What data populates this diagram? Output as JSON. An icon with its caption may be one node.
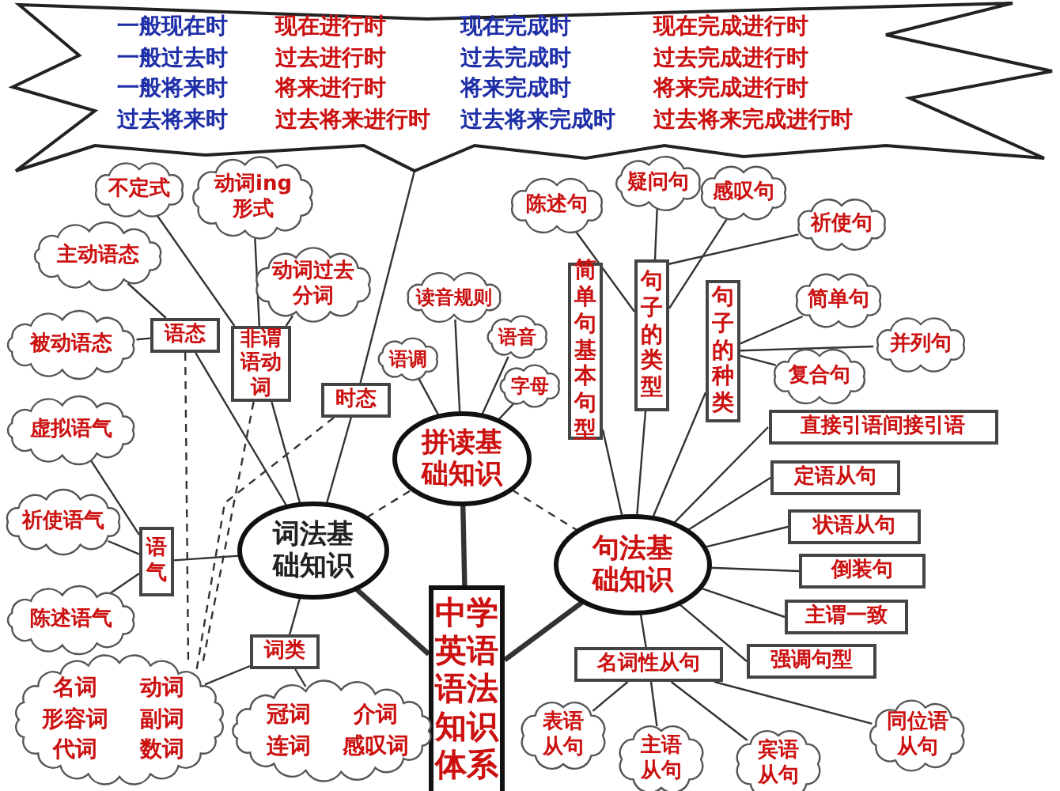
{
  "diagram": {
    "nodes": [
      {
        "text": [
          "一般现在时",
          "现在进行时",
          "现在完成时",
          "现在完成进行时",
          "一般过去时",
          "过去进行时",
          "过去完成时",
          "过去完成进行时",
          "一般将来时",
          "将来进行时",
          "将来完成时",
          "将来完成进行时",
          "过去将来时",
          "过去将来进行时",
          "过去将来完成时",
          "过去将来完成进行时"
        ]
      },
      {
        "text": [
          "中学英语语法知识体系"
        ]
      },
      {
        "text": [
          "词法基础知识"
        ]
      },
      {
        "text": [
          "拼读基础知识"
        ]
      },
      {
        "text": [
          "句法基础知识"
        ]
      },
      {
        "text": [
          "语态"
        ]
      },
      {
        "text": [
          "主动语态"
        ]
      },
      {
        "text": [
          "被动语态"
        ]
      },
      {
        "text": [
          "非谓语动词"
        ]
      },
      {
        "text": [
          "不定式"
        ]
      },
      {
        "text": [
          "动词ing形式"
        ]
      },
      {
        "text": [
          "动词过去分词"
        ]
      },
      {
        "text": [
          "时态"
        ]
      },
      {
        "text": [
          "语气"
        ]
      },
      {
        "text": [
          "虚拟语气"
        ]
      },
      {
        "text": [
          "祈使语气"
        ]
      },
      {
        "text": [
          "陈述语气"
        ]
      },
      {
        "text": [
          "词类"
        ]
      },
      {
        "text": [
          "名词",
          "动词",
          "形容词",
          "副词",
          "代词",
          "数词"
        ]
      },
      {
        "text": [
          "冠词",
          "介词",
          "连词",
          "感叹词"
        ]
      },
      {
        "text": [
          "语调"
        ]
      },
      {
        "text": [
          "读音规则"
        ]
      },
      {
        "text": [
          "语音"
        ]
      },
      {
        "text": [
          "字母"
        ]
      },
      {
        "text": [
          "简单句基本句型"
        ]
      },
      {
        "text": [
          "句子的类型"
        ]
      },
      {
        "text": [
          "陈述句"
        ]
      },
      {
        "text": [
          "疑问句"
        ]
      },
      {
        "text": [
          "感叹句"
        ]
      },
      {
        "text": [
          "祈使句"
        ]
      },
      {
        "text": [
          "句子的种类"
        ]
      },
      {
        "text": [
          "简单句"
        ]
      },
      {
        "text": [
          "并列句"
        ]
      },
      {
        "text": [
          "复合句"
        ]
      },
      {
        "text": [
          "直接引语间接引语"
        ]
      },
      {
        "text": [
          "定语从句"
        ]
      },
      {
        "text": [
          "状语从句"
        ]
      },
      {
        "text": [
          "倒装句"
        ]
      },
      {
        "text": [
          "主谓一致"
        ]
      },
      {
        "text": [
          "强调句型"
        ]
      },
      {
        "text": [
          "名词性从句"
        ]
      },
      {
        "text": [
          "表语从句"
        ]
      },
      {
        "text": [
          "主语从句"
        ]
      },
      {
        "text": [
          "宾语从句"
        ]
      },
      {
        "text": [
          "同位语从句"
        ]
      }
    ],
    "edges": [
      {
        "from": 1,
        "to": 2,
        "arrow": "none",
        "style": "thick"
      },
      {
        "from": 1,
        "to": 3,
        "arrow": "none",
        "style": "thick"
      },
      {
        "from": 1,
        "to": 4,
        "arrow": "none",
        "style": "thick"
      },
      {
        "from": 2,
        "to": 3,
        "arrow": "none",
        "style": "dashed"
      },
      {
        "from": 3,
        "to": 4,
        "arrow": "none",
        "style": "dashed"
      },
      {
        "from": 2,
        "to": 5,
        "arrow": "none"
      },
      {
        "from": 5,
        "to": 6,
        "arrow": "none"
      },
      {
        "from": 5,
        "to": 7,
        "arrow": "none"
      },
      {
        "from": 2,
        "to": 8,
        "arrow": "none"
      },
      {
        "from": 8,
        "to": 9,
        "arrow": "none"
      },
      {
        "from": 8,
        "to": 10,
        "arrow": "none"
      },
      {
        "from": 8,
        "to": 11,
        "arrow": "none"
      },
      {
        "from": 2,
        "to": 12,
        "arrow": "none"
      },
      {
        "from": 12,
        "to": 0,
        "arrow": "none"
      },
      {
        "from": 2,
        "to": 13,
        "arrow": "none"
      },
      {
        "from": 13,
        "to": 14,
        "arrow": "none"
      },
      {
        "from": 13,
        "to": 15,
        "arrow": "none"
      },
      {
        "from": 13,
        "to": 16,
        "arrow": "none"
      },
      {
        "from": 2,
        "to": 17,
        "arrow": "none"
      },
      {
        "from": 17,
        "to": 18,
        "arrow": "none"
      },
      {
        "from": 17,
        "to": 19,
        "arrow": "none"
      },
      {
        "from": 5,
        "to": 18,
        "arrow": "none",
        "style": "dashed"
      },
      {
        "from": 8,
        "to": 18,
        "arrow": "none",
        "style": "dashed"
      },
      {
        "from": 12,
        "to": 18,
        "arrow": "none",
        "style": "dashed"
      },
      {
        "from": 3,
        "to": 20,
        "arrow": "none"
      },
      {
        "from": 3,
        "to": 21,
        "arrow": "none"
      },
      {
        "from": 3,
        "to": 22,
        "arrow": "none"
      },
      {
        "from": 3,
        "to": 23,
        "arrow": "none"
      },
      {
        "from": 4,
        "to": 24,
        "arrow": "none"
      },
      {
        "from": 4,
        "to": 25,
        "arrow": "none"
      },
      {
        "from": 25,
        "to": 26,
        "arrow": "none"
      },
      {
        "from": 25,
        "to": 27,
        "arrow": "none"
      },
      {
        "from": 25,
        "to": 28,
        "arrow": "none"
      },
      {
        "from": 25,
        "to": 29,
        "arrow": "none"
      },
      {
        "from": 4,
        "to": 30,
        "arrow": "none"
      },
      {
        "from": 30,
        "to": 31,
        "arrow": "none"
      },
      {
        "from": 30,
        "to": 32,
        "arrow": "none"
      },
      {
        "from": 30,
        "to": 33,
        "arrow": "none"
      },
      {
        "from": 4,
        "to": 34,
        "arrow": "none"
      },
      {
        "from": 4,
        "to": 35,
        "arrow": "none"
      },
      {
        "from": 4,
        "to": 36,
        "arrow": "none"
      },
      {
        "from": 4,
        "to": 37,
        "arrow": "none"
      },
      {
        "from": 4,
        "to": 38,
        "arrow": "none"
      },
      {
        "from": 4,
        "to": 39,
        "arrow": "none"
      },
      {
        "from": 4,
        "to": 40,
        "arrow": "none"
      },
      {
        "from": 40,
        "to": 41,
        "arrow": "none"
      },
      {
        "from": 40,
        "to": 42,
        "arrow": "none"
      },
      {
        "from": 40,
        "to": 43,
        "arrow": "none"
      },
      {
        "from": 40,
        "to": 44,
        "arrow": "none"
      }
    ]
  }
}
